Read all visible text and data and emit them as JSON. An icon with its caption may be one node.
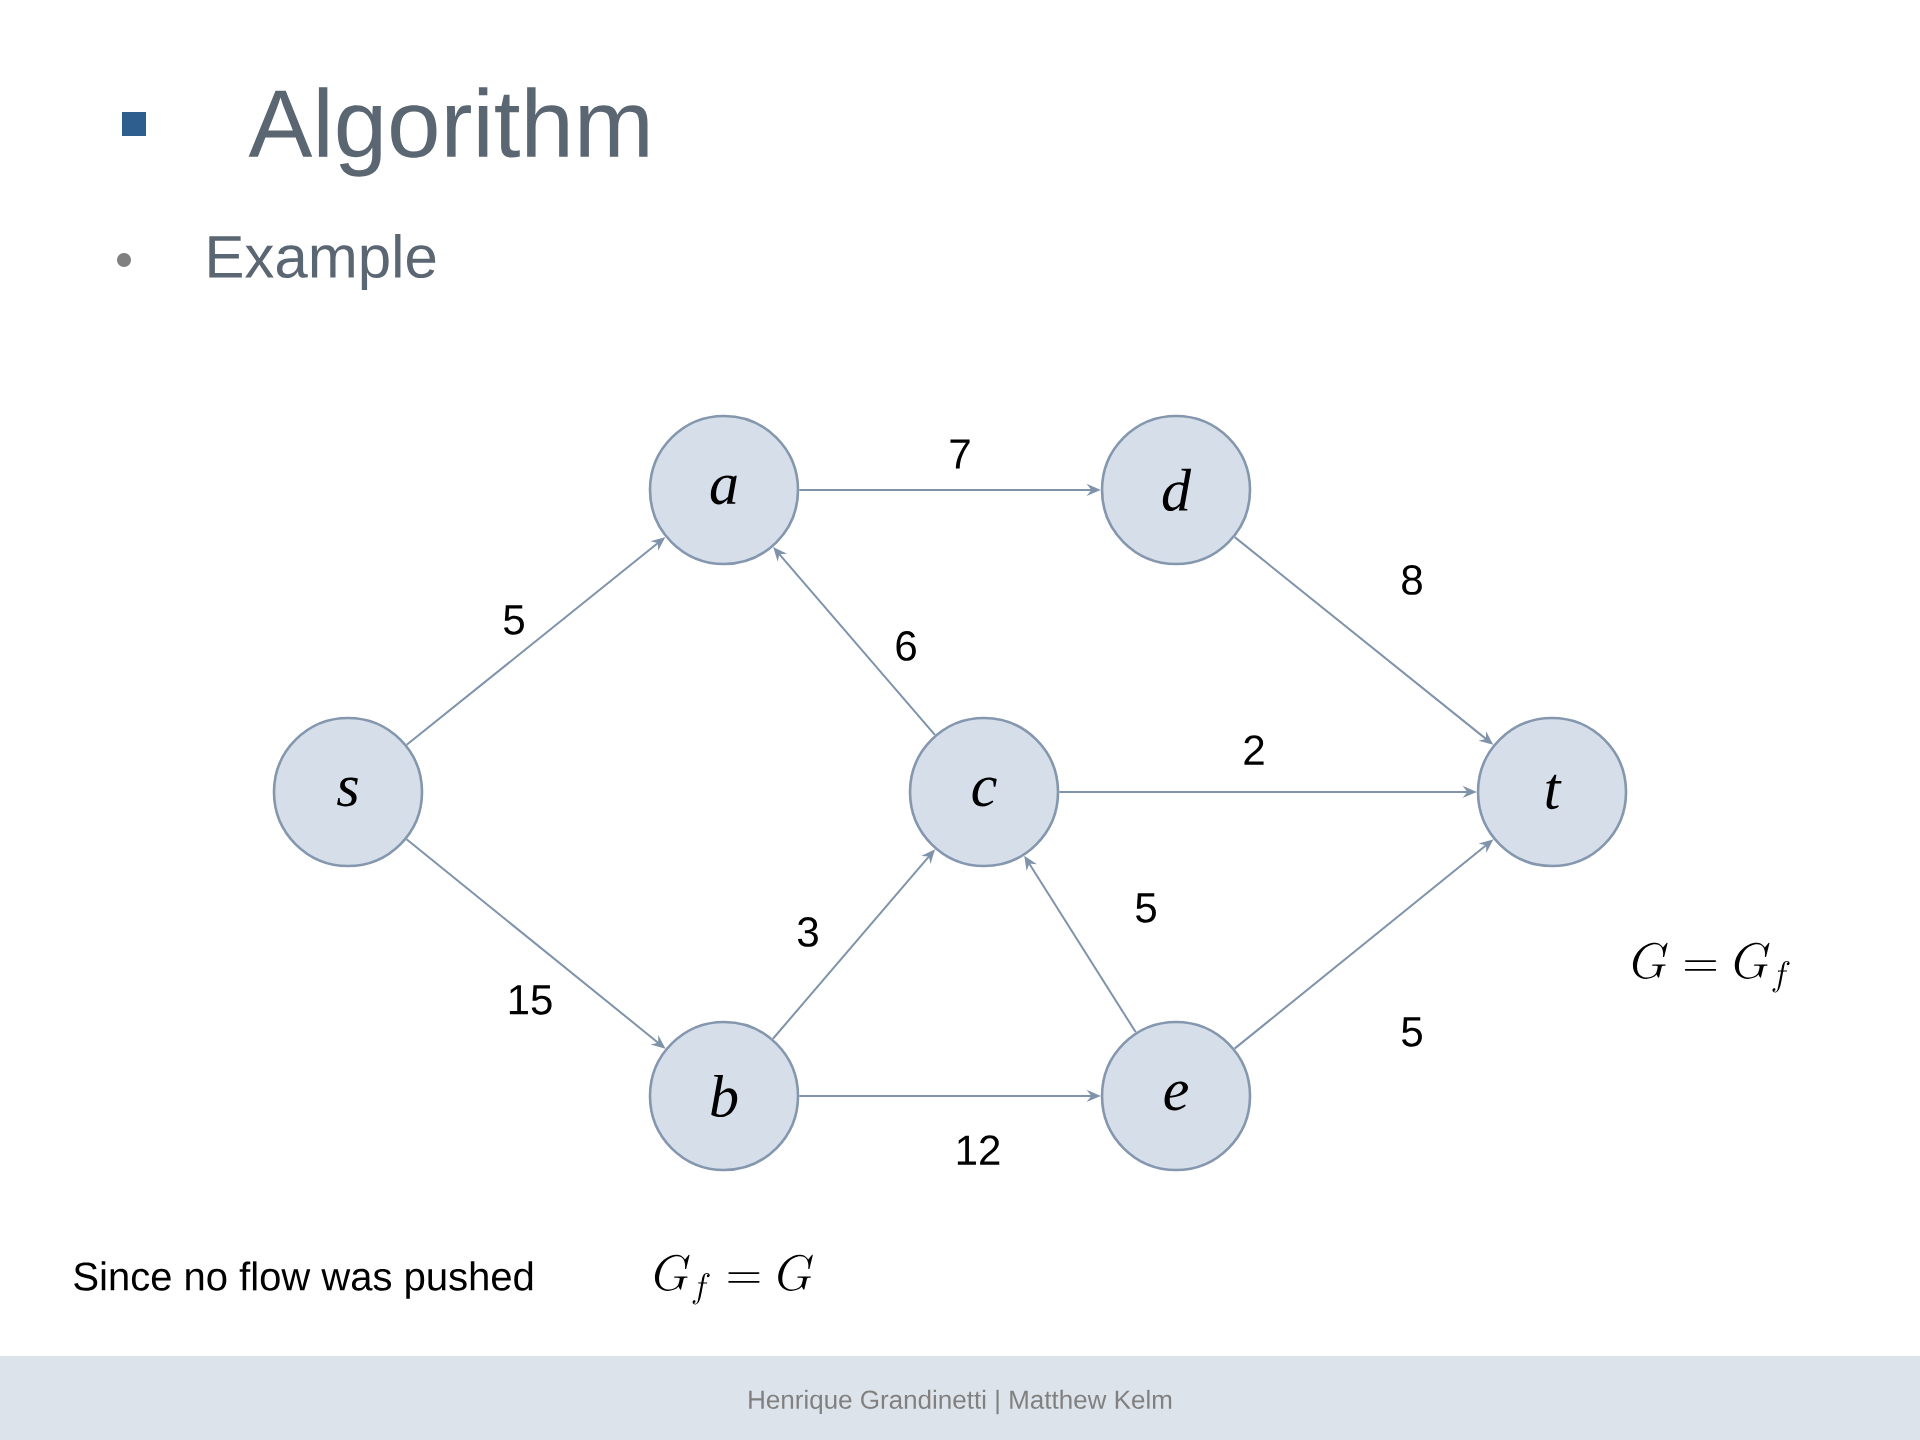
{
  "diagram": {
    "title": "Algorithm",
    "nodes": [
      {
        "text": [
          "a"
        ]
      },
      {
        "text": [
          "d"
        ]
      },
      {
        "text": [
          "s"
        ]
      },
      {
        "text": [
          "c"
        ]
      },
      {
        "text": [
          "t"
        ]
      },
      {
        "text": [
          "b"
        ]
      },
      {
        "text": [
          "e"
        ]
      }
    ],
    "edges": [
      {
        "from": 2,
        "to": 0,
        "arrow": "to",
        "label": "5"
      },
      {
        "from": 2,
        "to": 5,
        "arrow": "to",
        "label": "15"
      },
      {
        "from": 0,
        "to": 1,
        "arrow": "to",
        "label": "7"
      },
      {
        "from": 1,
        "to": 4,
        "arrow": "to",
        "label": "8"
      },
      {
        "from": 3,
        "to": 0,
        "arrow": "to",
        "label": "6"
      },
      {
        "from": 3,
        "to": 4,
        "arrow": "to",
        "label": "2"
      },
      {
        "from": 5,
        "to": 3,
        "arrow": "to",
        "label": "3"
      },
      {
        "from": 6,
        "to": 3,
        "arrow": "to",
        "label": "5"
      },
      {
        "from": 5,
        "to": 6,
        "arrow": "to",
        "label": "12"
      },
      {
        "from": 6,
        "to": 4,
        "arrow": "to",
        "label": "5"
      }
    ],
    "labels": [
      "Example",
      "G = G_f",
      "Since no flow was pushed",
      "G_f = G",
      "Henrique Grandinetti | Matthew Kelm"
    ]
  }
}
